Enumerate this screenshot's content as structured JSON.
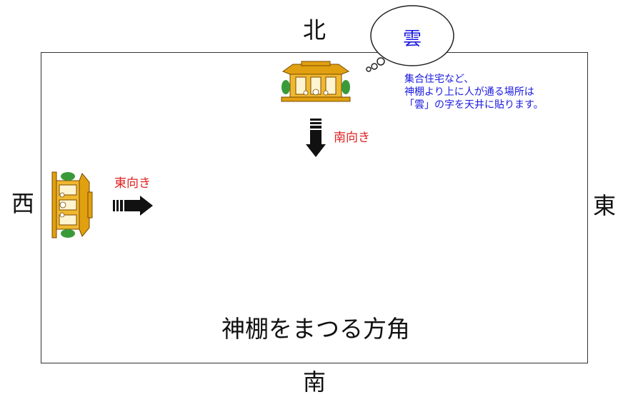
{
  "title": "神棚をまつる方角",
  "directions": {
    "north": "北",
    "south": "南",
    "west": "西",
    "east": "東"
  },
  "shrines": [
    {
      "facing_label": "南向き"
    },
    {
      "facing_label": "東向き"
    }
  ],
  "cloud": {
    "char": "雲",
    "note_lines": [
      "集合住宅など、",
      "神棚より上に人が通る場所は",
      "「雲」の字を天井に貼ります。"
    ]
  },
  "colors": {
    "facing_label": "#e02020",
    "note": "#1a1ae0",
    "shrine_roof": "#e0a010",
    "shrine_outline": "#7a4a00",
    "arrow": "#111111"
  }
}
